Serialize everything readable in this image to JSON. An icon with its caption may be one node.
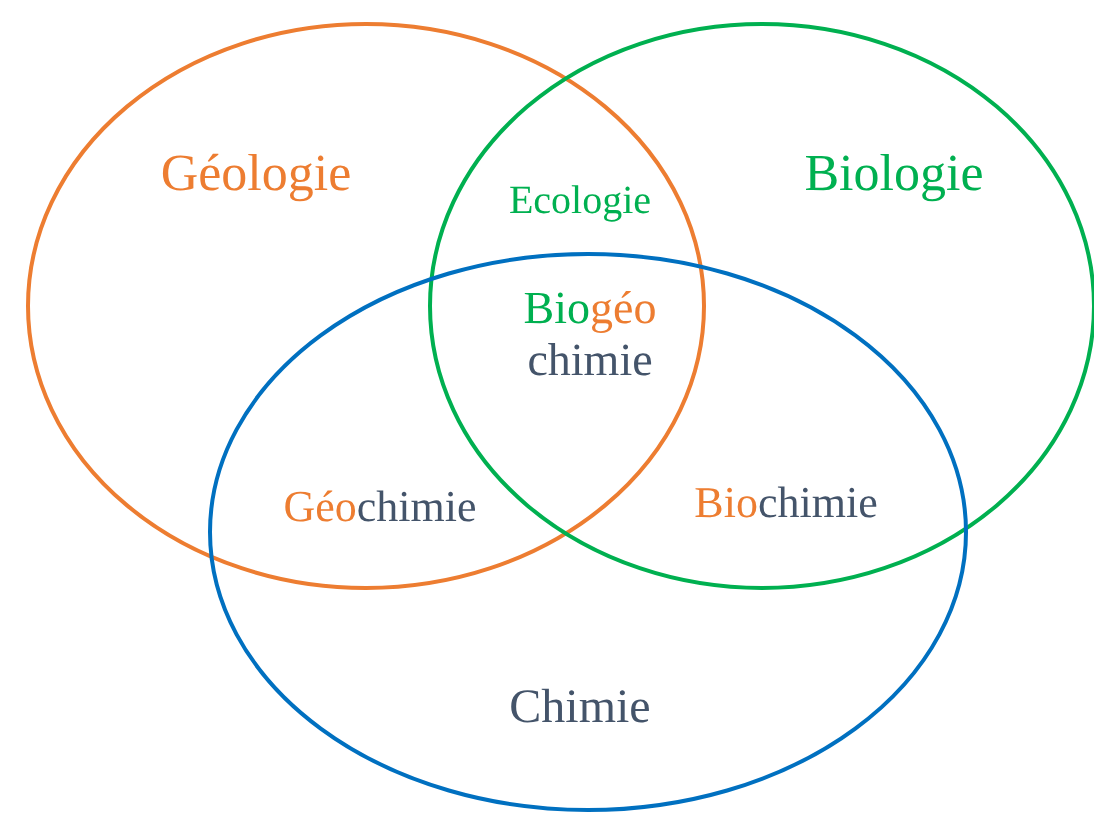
{
  "diagram": {
    "nodes": [
      {
        "text": [
          "Géologie"
        ]
      },
      {
        "text": [
          "Biologie"
        ]
      },
      {
        "text": [
          "Chimie"
        ]
      }
    ],
    "labels": [
      "Ecologie",
      "Biogéo chimie",
      "Géochimie",
      "Biochimie"
    ]
  }
}
